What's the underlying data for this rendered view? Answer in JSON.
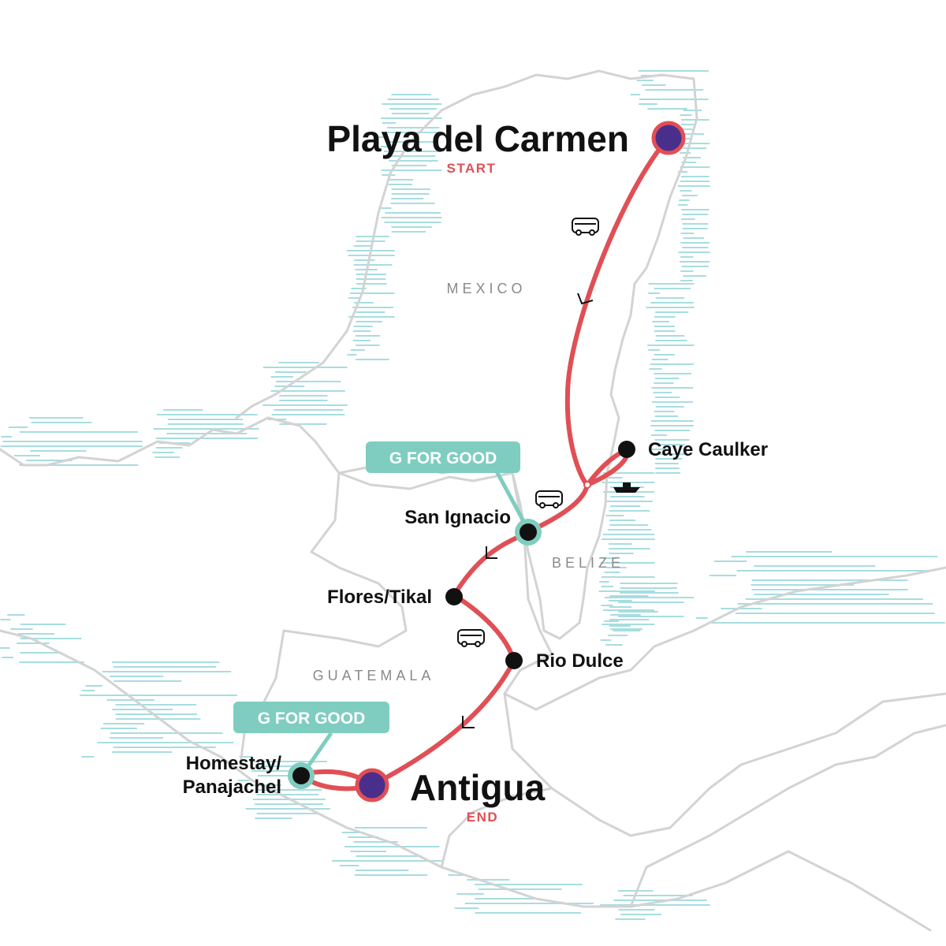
{
  "colors": {
    "route": "#e04f55",
    "terminal_fill": "#4a2e8c",
    "stop_fill": "#111111",
    "badge": "#7fcdc0",
    "water_hatch": "#a7dde0",
    "border": "#d3d3d3",
    "country_label": "#8a8a8a"
  },
  "start": {
    "name": "Playa del Carmen",
    "tag": "START"
  },
  "end": {
    "name": "Antigua",
    "tag": "END"
  },
  "stops": [
    {
      "name": "Caye Caulker"
    },
    {
      "name": "San Ignacio"
    },
    {
      "name": "Flores/Tikal"
    },
    {
      "name": "Rio Dulce"
    },
    {
      "name_line1": "Homestay/",
      "name_line2": "Panajachel"
    }
  ],
  "countries": [
    "MEXICO",
    "BELIZE",
    "GUATEMALA"
  ],
  "badges": [
    "G FOR GOOD",
    "G FOR GOOD"
  ],
  "transport_icons": [
    "bus-icon",
    "bus-icon",
    "bus-icon",
    "boat-icon"
  ]
}
